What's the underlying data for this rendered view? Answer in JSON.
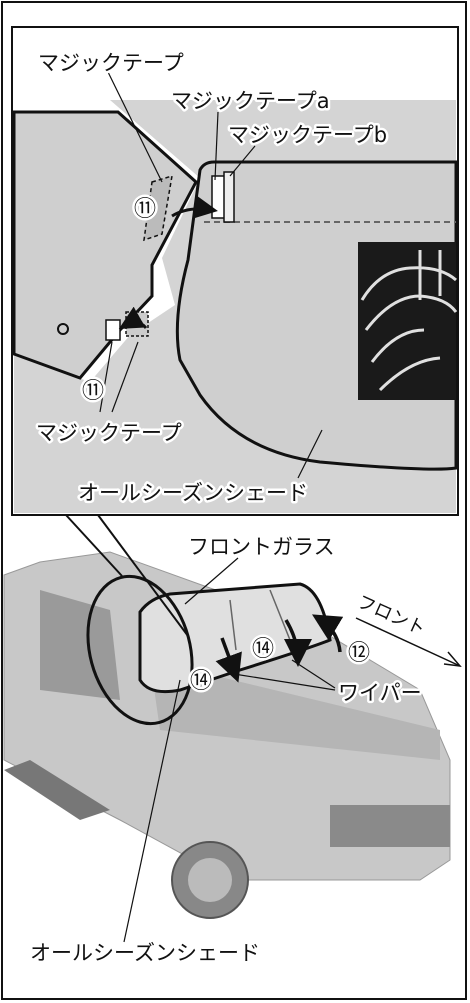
{
  "labels": {
    "magic_tape_top": "マジックテープ",
    "magic_tape_a": "マジックテープa",
    "magic_tape_b": "マジックテープb",
    "magic_tape_bottom": "マジックテープ",
    "shade_upper": "オールシーズンシェード",
    "windshield": "フロントガラス",
    "front": "フロント",
    "wiper": "ワイパー",
    "shade_lower": "オールシーズンシェード"
  },
  "step_markers": {
    "step_11_upper": "⑪",
    "step_11_lower": "⑪",
    "step_12": "⑫",
    "step_14_left": "⑭",
    "step_14_right": "⑭"
  }
}
